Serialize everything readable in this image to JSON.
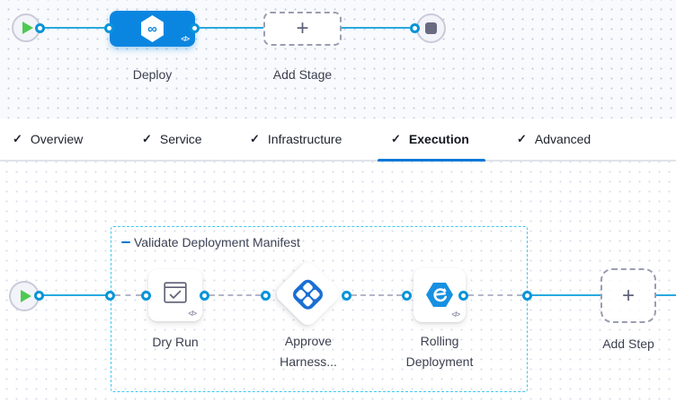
{
  "icons": {
    "check": "✓",
    "plus": "+",
    "code": "</>",
    "infinity": "∞"
  },
  "stage_editor": {
    "deploy_stage": {
      "label": "Deploy"
    },
    "add_stage": {
      "label": "Add Stage"
    }
  },
  "tabs": {
    "active": "Execution",
    "items": [
      {
        "label": "Overview"
      },
      {
        "label": "Service"
      },
      {
        "label": "Infrastructure"
      },
      {
        "label": "Execution"
      },
      {
        "label": "Advanced"
      }
    ]
  },
  "execution_editor": {
    "group": {
      "label": "Validate Deployment Manifest"
    },
    "steps": [
      {
        "label": "Dry Run"
      },
      {
        "label": "Approve Harness..."
      },
      {
        "label": "Rolling Deployment"
      }
    ],
    "add_step": {
      "label": "Add Step"
    }
  },
  "colors": {
    "accent_blue": "#0278d5",
    "stage_blue": "#0b86e0",
    "connector_blue": "#29a9e0",
    "group_border_cyan": "#40c7f0",
    "start_green": "#4dc952"
  }
}
